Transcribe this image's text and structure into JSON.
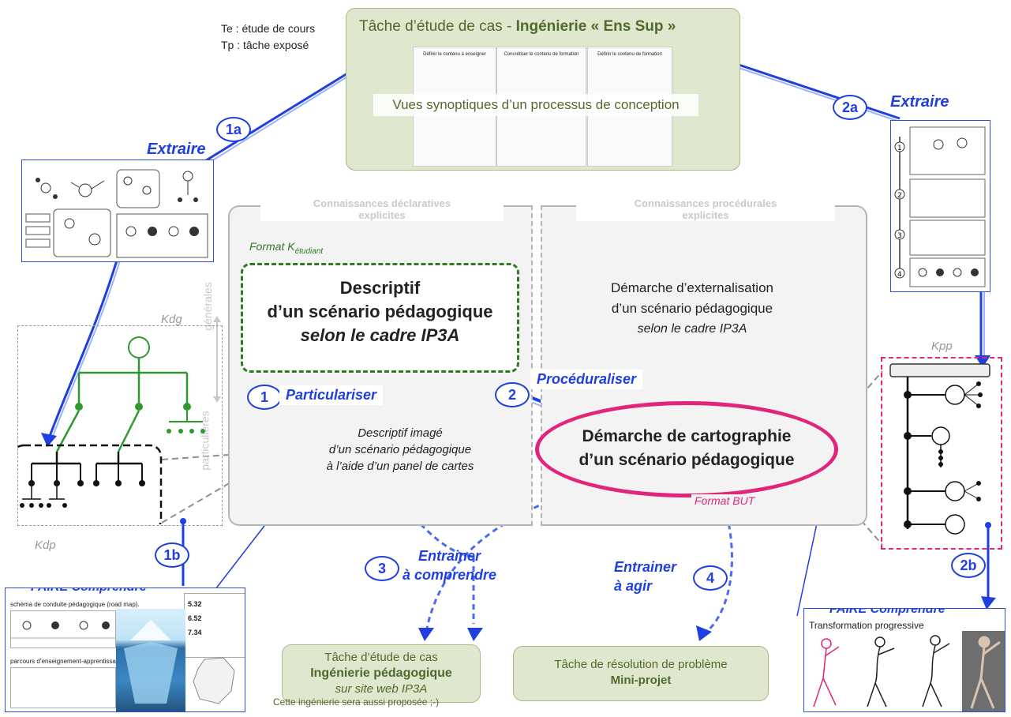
{
  "top_task": {
    "title_prefix": "Tâche d’étude de cas - ",
    "title_bold": "Ingénierie « Ens Sup »",
    "caption": "Vues synoptiques d’un processus de conception",
    "thumb1_title": "Définir le contenu à enseigner",
    "thumb2_title": "Concrétiser le contenu de formation",
    "thumb3_title": "Définir le contenu de formation"
  },
  "legend": {
    "te": "Te : étude de cours",
    "tp": "Tp : tâche exposé"
  },
  "labels": {
    "extraire": "Extraire",
    "particulariser": "Particulariser",
    "proceduraliser": "Procéduraliser",
    "entrainer_comprendre_1": "Entrainer",
    "entrainer_comprendre_2": "à comprendre",
    "entrainer_agir_1": "Entrainer",
    "entrainer_agir_2": "à agir",
    "faire_comprendre": "FAIRE Comprendre",
    "kdg": "Kdg",
    "kdp": "Kdp",
    "kpp": "Kpp",
    "generales": "générales",
    "particulieres": "particulières"
  },
  "badges": {
    "b1a": "1a",
    "b1b": "1b",
    "b2a": "2a",
    "b2b": "2b",
    "b1": "1",
    "b2": "2",
    "b3": "3",
    "b4": "4"
  },
  "center": {
    "decl_header_1": "Connaissances déclaratives",
    "decl_header_2": "explicites",
    "proc_header_1": "Connaissances  procédurales",
    "proc_header_2": "explicites",
    "format_k": "Format K",
    "format_k_sub": "étudiant",
    "descriptif_1": "Descriptif",
    "descriptif_2": "d’un scénario pédagogique",
    "descriptif_3": "selon le cadre IP3A",
    "imaged_1": "Descriptif imagé",
    "imaged_2": "d’un scénario pédagogique",
    "imaged_3": "à l’aide d’un panel de cartes",
    "demarche_ext_1": "Démarche d’externalisation",
    "demarche_ext_2": "d’un scénario pédagogique",
    "demarche_ext_3": "selon le cadre IP3A",
    "carto_1": "Démarche de cartographie",
    "carto_2": "d’un scénario pédagogique",
    "format_but": "Format BUT"
  },
  "bottom": {
    "case_study_1": "Tâche d’étude de cas",
    "case_study_2": "Ingénierie  pédagogique",
    "case_study_3": "sur site web IP3A",
    "case_study_note": "Cette ingénierie sera aussi proposée ;-)",
    "problem_1": "Tâche de résolution de problème",
    "problem_2": "Mini-projet"
  },
  "left_panel": {
    "road_map": "schéma de conduite pédagogique (road map).",
    "parcours": "parcours d’enseignement-apprentissage",
    "cells": [
      "5.32",
      "6.52",
      "7.34"
    ]
  },
  "right_panel": {
    "transformation": "Transformation progressive"
  },
  "colors": {
    "blue": "#1f3fe0",
    "green": "#dfe7cf",
    "magenta": "#e0257a",
    "dark_green": "#2f7a22"
  }
}
